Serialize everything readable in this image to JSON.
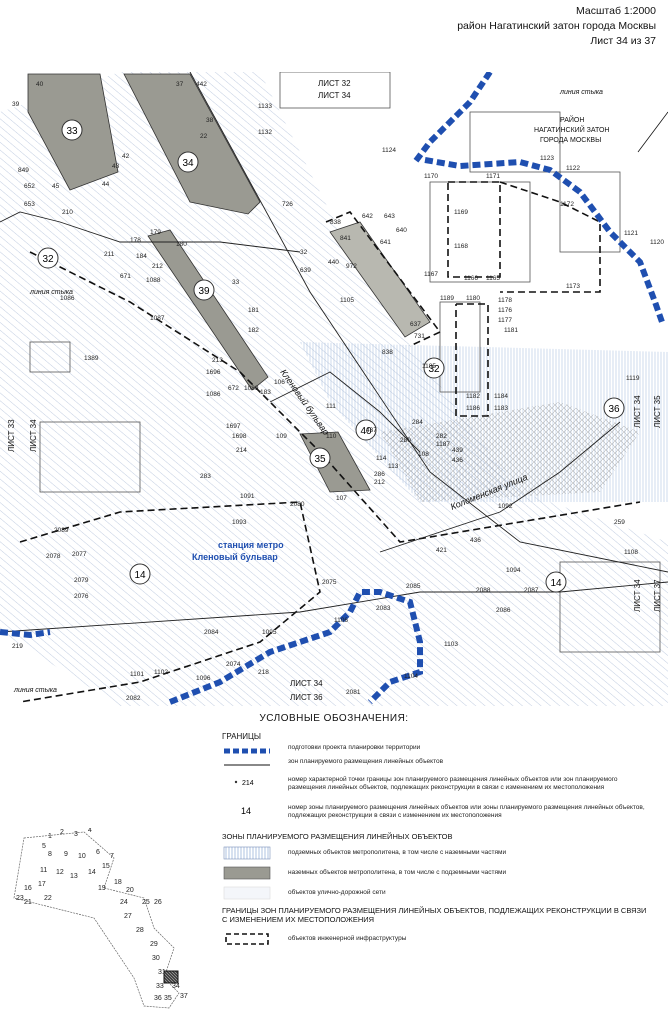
{
  "header": {
    "scale": "Масштаб 1:2000",
    "district": "район Нагатинский затон города Москвы",
    "sheet": "Лист 34 из 37"
  },
  "map": {
    "sheet_labels": [
      "ЛИСТ 32",
      "ЛИСТ 34",
      "ЛИСТ 33",
      "ЛИСТ 34",
      "ЛИСТ 34",
      "ЛИСТ 35",
      "ЛИСТ 34",
      "ЛИСТ 37",
      "ЛИСТ 34",
      "ЛИСТ 36"
    ],
    "district_label": [
      "РАЙОН",
      "НАГАТИНСКИЙ ЗАТОН",
      "ГОРОДА МОСКВЫ"
    ],
    "junction_line_labels": [
      "линия стыка",
      "линия стыка",
      "линия стыка"
    ],
    "street_labels": [
      "Кленовый бульвар",
      "Коломенская улица"
    ],
    "metro_station": [
      "станция метро",
      "Кленовый бульвар"
    ],
    "zone_numbers": [
      "33",
      "34",
      "32",
      "39",
      "32",
      "40",
      "35",
      "36",
      "14",
      "14"
    ],
    "point_numbers": [
      "39",
      "40",
      "37",
      "442",
      "38",
      "22",
      "1133",
      "1132",
      "1124",
      "1170",
      "1171",
      "1123",
      "1122",
      "1172",
      "1121",
      "1120",
      "1169",
      "1168",
      "1166",
      "1165",
      "1173",
      "1167",
      "1189",
      "1180",
      "1178",
      "1176",
      "1177",
      "1181",
      "1119",
      "1185",
      "1182",
      "1186",
      "1184",
      "1183",
      "849",
      "652",
      "653",
      "45",
      "44",
      "43",
      "42",
      "210",
      "726",
      "838",
      "642",
      "643",
      "640",
      "641",
      "841",
      "32",
      "440",
      "972",
      "639",
      "731",
      "637",
      "838",
      "178",
      "179",
      "180",
      "211",
      "184",
      "212",
      "671",
      "1088",
      "33",
      "181",
      "182",
      "1086",
      "1087",
      "1389",
      "213",
      "1696",
      "1086",
      "183",
      "672",
      "1089",
      "106",
      "111",
      "110",
      "1697",
      "1698",
      "109",
      "214",
      "280",
      "284",
      "282",
      "1187",
      "439",
      "436",
      "437",
      "114",
      "113",
      "286",
      "212",
      "107",
      "108",
      "283",
      "1091",
      "2080",
      "1093",
      "1092",
      "436",
      "421",
      "259",
      "1108",
      "2089",
      "2078",
      "2077",
      "2079",
      "2076",
      "2075",
      "1094",
      "2087",
      "2088",
      "2086",
      "2085",
      "2083",
      "1106",
      "1103",
      "2084",
      "1095",
      "219",
      "2074",
      "218",
      "1102",
      "1096",
      "1101",
      "2082",
      "2081",
      "1104",
      "1105"
    ]
  },
  "legend": {
    "title": "УСЛОВНЫЕ ОБОЗНАЧЕНИЯ:",
    "boundaries_heading": "ГРАНИЦЫ",
    "boundary_items": [
      "подготовки проекта планировки территории",
      "зон планируемого размещения линейных объектов",
      "номер характерной точки границы зон планируемого размещения линейных объектов или зон планируемого размещения линейных объектов, подлежащих реконструкции в связи с изменением их местоположения",
      "номер зоны планируемого размещения линейных объектов или зоны планируемого размещения линейных объектов, подлежащих реконструкции в связи с изменением их местоположения"
    ],
    "point_sample": "214",
    "zone_sample": "14",
    "zones_heading": "ЗОНЫ ПЛАНИРУЕМОГО РАЗМЕЩЕНИЯ ЛИНЕЙНЫХ ОБЪЕКТОВ",
    "zone_items": [
      "подземных объектов метрополитена, в том числе с наземными частями",
      "наземных объектов метрополитена, в том числе с подземными частями",
      "объектов улично-дорожной сети"
    ],
    "reconstruction_heading": "ГРАНИЦЫ ЗОН ПЛАНИРУЕМОГО РАЗМЕЩЕНИЯ ЛИНЕЙНЫХ ОБЪЕКТОВ, ПОДЛЕЖАЩИХ РЕКОНСТРУКЦИИ В СВЯЗИ С ИЗМЕНЕНИЕМ ИХ МЕСТОПОЛОЖЕНИЯ",
    "reconstruction_items": [
      "объектов инженерной инфраструктуры"
    ],
    "mini_map_sheets": [
      "1",
      "2",
      "3",
      "4",
      "5",
      "6",
      "7",
      "8",
      "9",
      "10",
      "11",
      "12",
      "13",
      "14",
      "15",
      "16",
      "17",
      "18",
      "19",
      "20",
      "21",
      "22",
      "23",
      "24",
      "25",
      "26",
      "27",
      "28",
      "29",
      "30",
      "31",
      "32",
      "33",
      "34",
      "35",
      "36",
      "37"
    ]
  },
  "colors": {
    "boundary_blue": "#1f4fb0",
    "metro_underground": "#9ab4d8",
    "metro_surface": "#9a9a92",
    "road_hatch": "#a9bad6"
  }
}
